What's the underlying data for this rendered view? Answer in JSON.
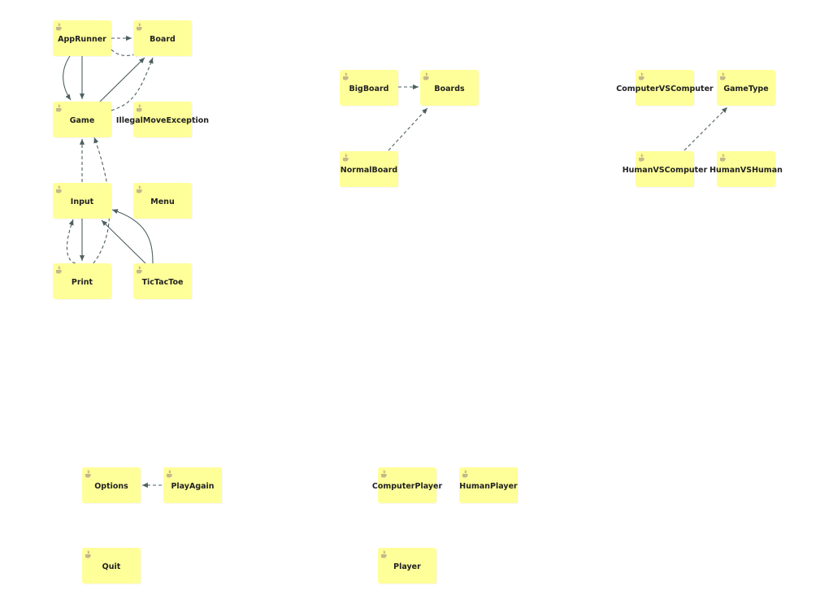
{
  "diagram": {
    "nodes": [
      {
        "id": "AppRunner",
        "label": "AppRunner",
        "icon": "java-class-icon"
      },
      {
        "id": "Board",
        "label": "Board",
        "icon": "java-class-icon"
      },
      {
        "id": "Game",
        "label": "Game",
        "icon": "java-class-icon"
      },
      {
        "id": "IllegalMoveException",
        "label": "IllegalMoveException",
        "icon": "java-class-icon"
      },
      {
        "id": "Input",
        "label": "Input",
        "icon": "java-class-icon"
      },
      {
        "id": "Menu",
        "label": "Menu",
        "icon": "java-class-icon"
      },
      {
        "id": "Print",
        "label": "Print",
        "icon": "java-class-icon"
      },
      {
        "id": "TicTacToe",
        "label": "TicTacToe",
        "icon": "java-class-icon"
      },
      {
        "id": "BigBoard",
        "label": "BigBoard",
        "icon": "java-class-icon"
      },
      {
        "id": "Boards",
        "label": "Boards",
        "icon": "java-class-icon"
      },
      {
        "id": "NormalBoard",
        "label": "NormalBoard",
        "icon": "java-class-icon"
      },
      {
        "id": "ComputerVSComputer",
        "label": "ComputerVSComputer",
        "icon": "java-class-icon"
      },
      {
        "id": "GameType",
        "label": "GameType",
        "icon": "java-class-icon"
      },
      {
        "id": "HumanVSComputer",
        "label": "HumanVSComputer",
        "icon": "java-class-icon"
      },
      {
        "id": "HumanVSHuman",
        "label": "HumanVSHuman",
        "icon": "java-class-icon"
      },
      {
        "id": "Options",
        "label": "Options",
        "icon": "java-class-icon"
      },
      {
        "id": "PlayAgain",
        "label": "PlayAgain",
        "icon": "java-class-icon"
      },
      {
        "id": "Quit",
        "label": "Quit",
        "icon": "java-class-icon"
      },
      {
        "id": "ComputerPlayer",
        "label": "ComputerPlayer",
        "icon": "java-class-icon"
      },
      {
        "id": "HumanPlayer",
        "label": "HumanPlayer",
        "icon": "java-class-icon"
      },
      {
        "id": "Player",
        "label": "Player",
        "icon": "java-class-icon"
      }
    ],
    "edges": [
      {
        "from": "AppRunner",
        "to": "Board",
        "style": "dashed"
      },
      {
        "from": "AppRunner",
        "to": "Board",
        "style": "dashed"
      },
      {
        "from": "AppRunner",
        "to": "Game",
        "style": "solid"
      },
      {
        "from": "AppRunner",
        "to": "Game",
        "style": "solid"
      },
      {
        "from": "Game",
        "to": "Board",
        "style": "solid"
      },
      {
        "from": "Game",
        "to": "Board",
        "style": "dashed"
      },
      {
        "from": "Input",
        "to": "Game",
        "style": "dashed"
      },
      {
        "from": "Print",
        "to": "Game",
        "style": "dashed"
      },
      {
        "from": "Input",
        "to": "Print",
        "style": "solid"
      },
      {
        "from": "Print",
        "to": "Input",
        "style": "dashed"
      },
      {
        "from": "TicTacToe",
        "to": "Input",
        "style": "solid"
      },
      {
        "from": "TicTacToe",
        "to": "Input",
        "style": "solid"
      },
      {
        "from": "BigBoard",
        "to": "Boards",
        "style": "dashed"
      },
      {
        "from": "NormalBoard",
        "to": "Boards",
        "style": "dashed"
      },
      {
        "from": "HumanVSComputer",
        "to": "GameType",
        "style": "dashed"
      },
      {
        "from": "PlayAgain",
        "to": "Options",
        "style": "dashed"
      }
    ],
    "colors": {
      "node_fill": "#ffff99",
      "edge": "#4d5f5f",
      "label": "#222222"
    }
  }
}
